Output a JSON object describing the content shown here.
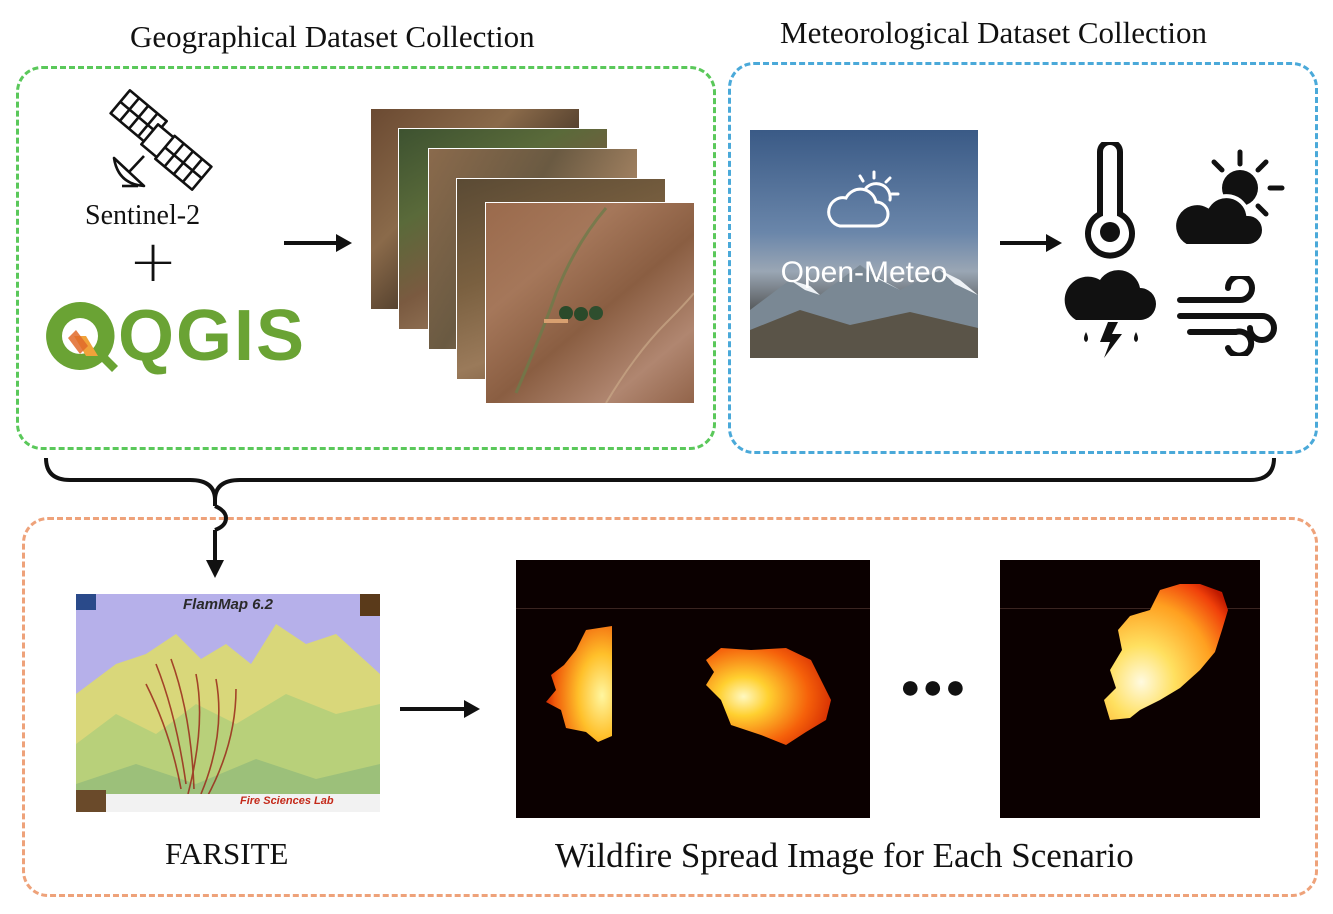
{
  "geo": {
    "title": "Geographical Dataset Collection",
    "satellite_label": "Sentinel-2",
    "plus_symbol": "+",
    "qgis_logo_text": "QGIS"
  },
  "met": {
    "title": "Meteorological Dataset Collection",
    "brand_label": "Open-Meteo",
    "icons": [
      "thermometer-icon",
      "partly-sunny-icon",
      "thunderstorm-rain-icon",
      "wind-icon"
    ]
  },
  "sim": {
    "farsite_label": "FARSITE",
    "flammap_title": "FlamMap 6.2",
    "flammap_footer": "Fire Sciences Lab",
    "output_label": "Wildfire Spread Image for Each Scenario",
    "ellipsis": "●●●"
  },
  "colors": {
    "geo_border": "#5ac85a",
    "met_border": "#4aa9d9",
    "sim_border": "#eea27a",
    "qgis_green": "#6aa334",
    "qgis_orange": "#f0a23a"
  }
}
